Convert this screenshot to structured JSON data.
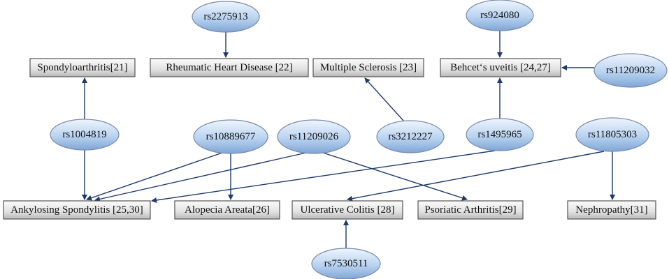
{
  "colors": {
    "edge": "#1f3a6e",
    "highlight_text": "#e2231a",
    "normal_text": "#111111",
    "oval_light": "#e6f0fb",
    "oval_dark": "#8fb4e0",
    "box_light": "#f4f4f4",
    "box_dark": "#bdbdbd"
  },
  "snps": [
    {
      "id": "rs2275913",
      "label": "rs2275913",
      "highlight": false
    },
    {
      "id": "rs924080",
      "label": "rs924080",
      "highlight": false
    },
    {
      "id": "rs11209032",
      "label": "rs11209032",
      "highlight": false
    },
    {
      "id": "rs1004819",
      "label": "rs1004819",
      "highlight": false
    },
    {
      "id": "rs10889677",
      "label": "rs10889677",
      "highlight": true
    },
    {
      "id": "rs11209026",
      "label": "rs11209026",
      "highlight": false
    },
    {
      "id": "rs3212227",
      "label": "rs3212227",
      "highlight": false
    },
    {
      "id": "rs1495965",
      "label": "rs1495965",
      "highlight": false
    },
    {
      "id": "rs11805303",
      "label": "rs11805303",
      "highlight": true
    },
    {
      "id": "rs7530511",
      "label": "rs7530511",
      "highlight": false
    }
  ],
  "diseases": [
    {
      "id": "spondyloarthritis",
      "label": "Spondyloarthritis[21]"
    },
    {
      "id": "rheumatic-heart-disease",
      "label": "Rheumatic Heart Disease [22]"
    },
    {
      "id": "multiple-sclerosis",
      "label": "Multiple Sclerosis [23]"
    },
    {
      "id": "behcets-uveitis",
      "label": "Behcet‘s uveitis [24,27]"
    },
    {
      "id": "ankylosing-spondylitis",
      "label": "Ankylosing Spondylitis [25,30]"
    },
    {
      "id": "alopecia-areata",
      "label": "Alopecia Areata[26]"
    },
    {
      "id": "ulcerative-colitis",
      "label": "Ulcerative Colitis [28]"
    },
    {
      "id": "psoriatic-arthritis",
      "label": "Psoriatic Arthritis[29]"
    },
    {
      "id": "nephropathy",
      "label": "Nephropathy[31]"
    }
  ],
  "edges": [
    {
      "from": "rs2275913",
      "to": "rheumatic-heart-disease"
    },
    {
      "from": "rs924080",
      "to": "behcets-uveitis"
    },
    {
      "from": "rs11209032",
      "to": "behcets-uveitis"
    },
    {
      "from": "rs1004819",
      "to": "spondyloarthritis"
    },
    {
      "from": "rs1004819",
      "to": "ankylosing-spondylitis"
    },
    {
      "from": "rs10889677",
      "to": "ankylosing-spondylitis"
    },
    {
      "from": "rs10889677",
      "to": "alopecia-areata"
    },
    {
      "from": "rs11209026",
      "to": "ankylosing-spondylitis"
    },
    {
      "from": "rs11209026",
      "to": "psoriatic-arthritis"
    },
    {
      "from": "rs3212227",
      "to": "multiple-sclerosis"
    },
    {
      "from": "rs1495965",
      "to": "behcets-uveitis"
    },
    {
      "from": "rs1495965",
      "to": "ankylosing-spondylitis"
    },
    {
      "from": "rs11805303",
      "to": "ulcerative-colitis"
    },
    {
      "from": "rs11805303",
      "to": "nephropathy"
    },
    {
      "from": "rs7530511",
      "to": "ulcerative-colitis"
    }
  ]
}
